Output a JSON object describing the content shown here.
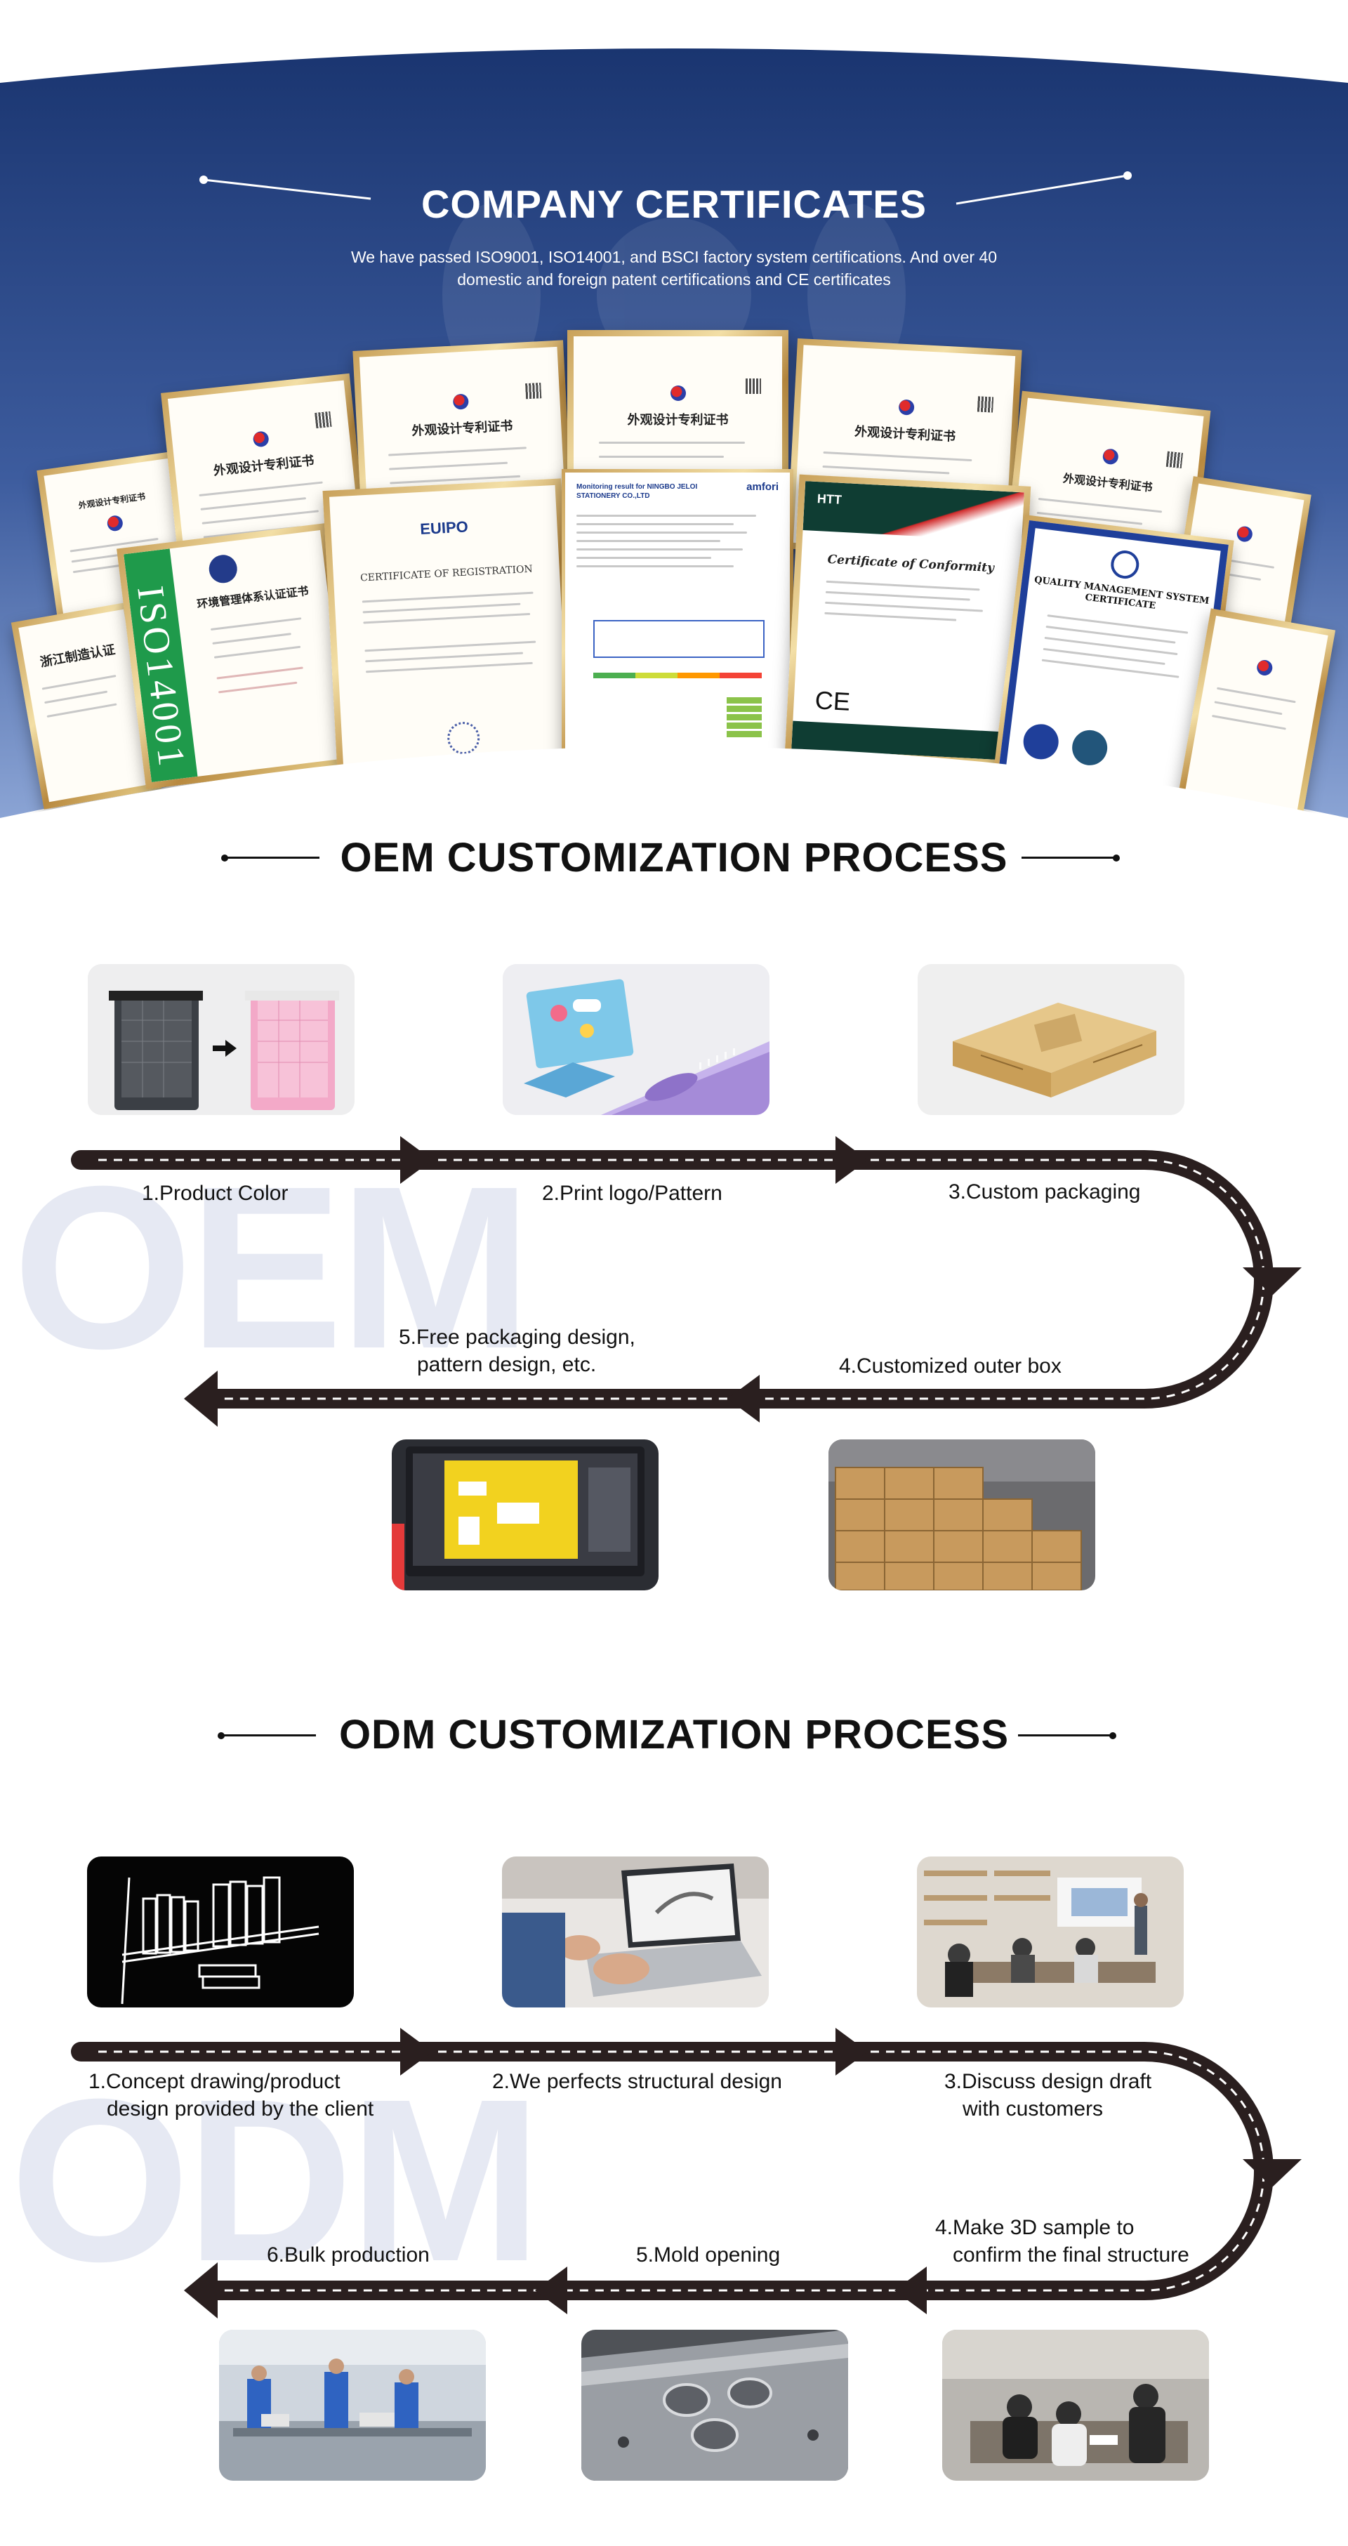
{
  "certificates": {
    "title": "COMPANY CERTIFICATES",
    "subtitle": "We have passed ISO9001, ISO14001, and BSCI factory system certifications. And over 40 domestic and foreign patent certifications and CE certificates",
    "cert_cn_title": "外观设计专利证书",
    "iso_badge": "ISO14001",
    "iso_cn_title": "环境管理体系认证证书",
    "euipo_logo": "EUIPO",
    "euipo_title": "CERTIFICATE OF REGISTRATION",
    "amfori_heading": "Monitoring result for NINGBO JELOI STATIONERY CO.,LTD",
    "amfori_logo": "amfori",
    "htt_logo": "HTT",
    "htt_title": "Certificate of Conformity",
    "ce_mark": "CE",
    "qms_title": "QUALITY MANAGEMENT SYSTEM CERTIFICATE",
    "left_cn_title": "浙江制造认证",
    "colors": {
      "banner_top": "#1a3570",
      "banner_bottom": "#8da6d6",
      "frame_gold": "#d4b06a",
      "iso_green": "#1f9a4b"
    }
  },
  "oem": {
    "title": "OEM CUSTOMIZATION PROCESS",
    "watermark": "OEM",
    "steps": [
      {
        "label": "1.Product Color"
      },
      {
        "label": "2.Print logo/Pattern"
      },
      {
        "label": "3.Custom packaging"
      },
      {
        "label": "4.Customized outer box"
      },
      {
        "label_line1": "5.Free packaging design,",
        "label_line2": "pattern design, etc."
      }
    ]
  },
  "odm": {
    "title": "ODM CUSTOMIZATION PROCESS",
    "watermark": "ODM",
    "steps": [
      {
        "label_line1": "1.Concept drawing/product",
        "label_line2": "design provided by the client"
      },
      {
        "label": "2.We perfects structural design"
      },
      {
        "label_line1": "3.Discuss design draft",
        "label_line2": "with customers"
      },
      {
        "label_line1": "4.Make 3D sample to",
        "label_line2": "confirm the final structure"
      },
      {
        "label": "5.Mold opening"
      },
      {
        "label": "6.Bulk production"
      }
    ]
  },
  "colors": {
    "arrow": "#2a1f1f",
    "dash": "#ffffff",
    "watermark": "#e6e9f3"
  }
}
